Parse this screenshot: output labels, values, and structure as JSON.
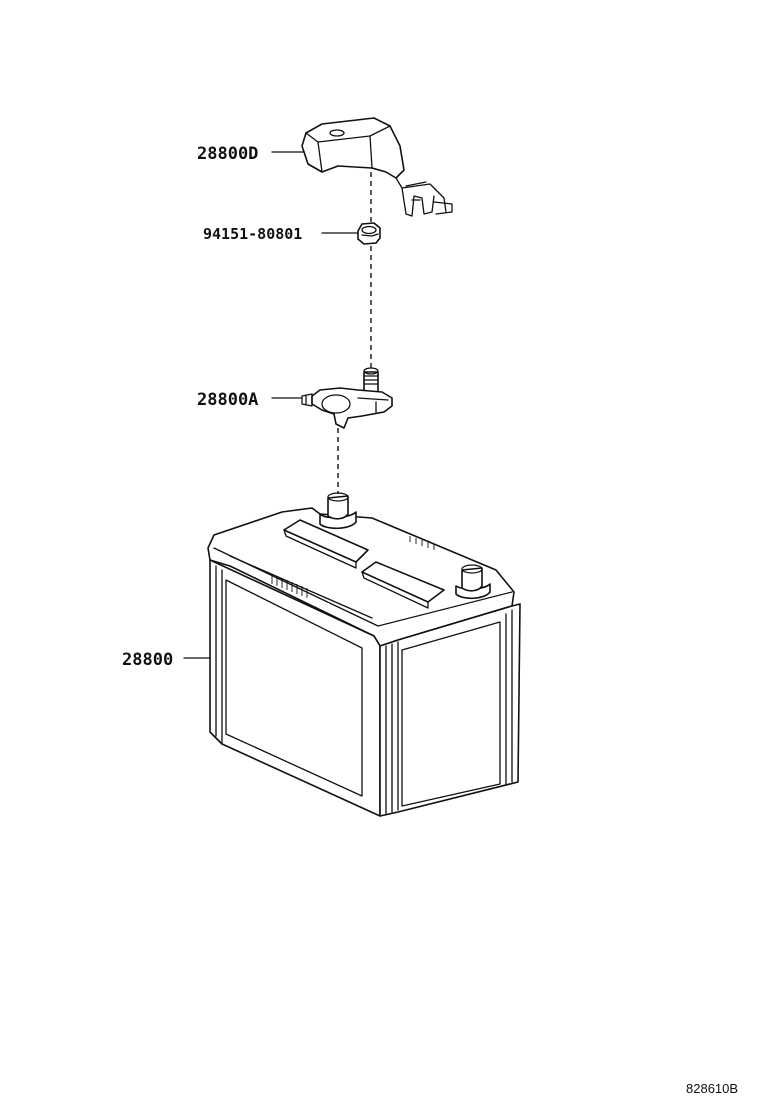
{
  "parts": [
    {
      "id": "cover",
      "number": "28800D"
    },
    {
      "id": "nut",
      "number": "94151-80801"
    },
    {
      "id": "clamp",
      "number": "28800A"
    },
    {
      "id": "battery",
      "number": "28800"
    }
  ],
  "figure_ref": "828610B"
}
